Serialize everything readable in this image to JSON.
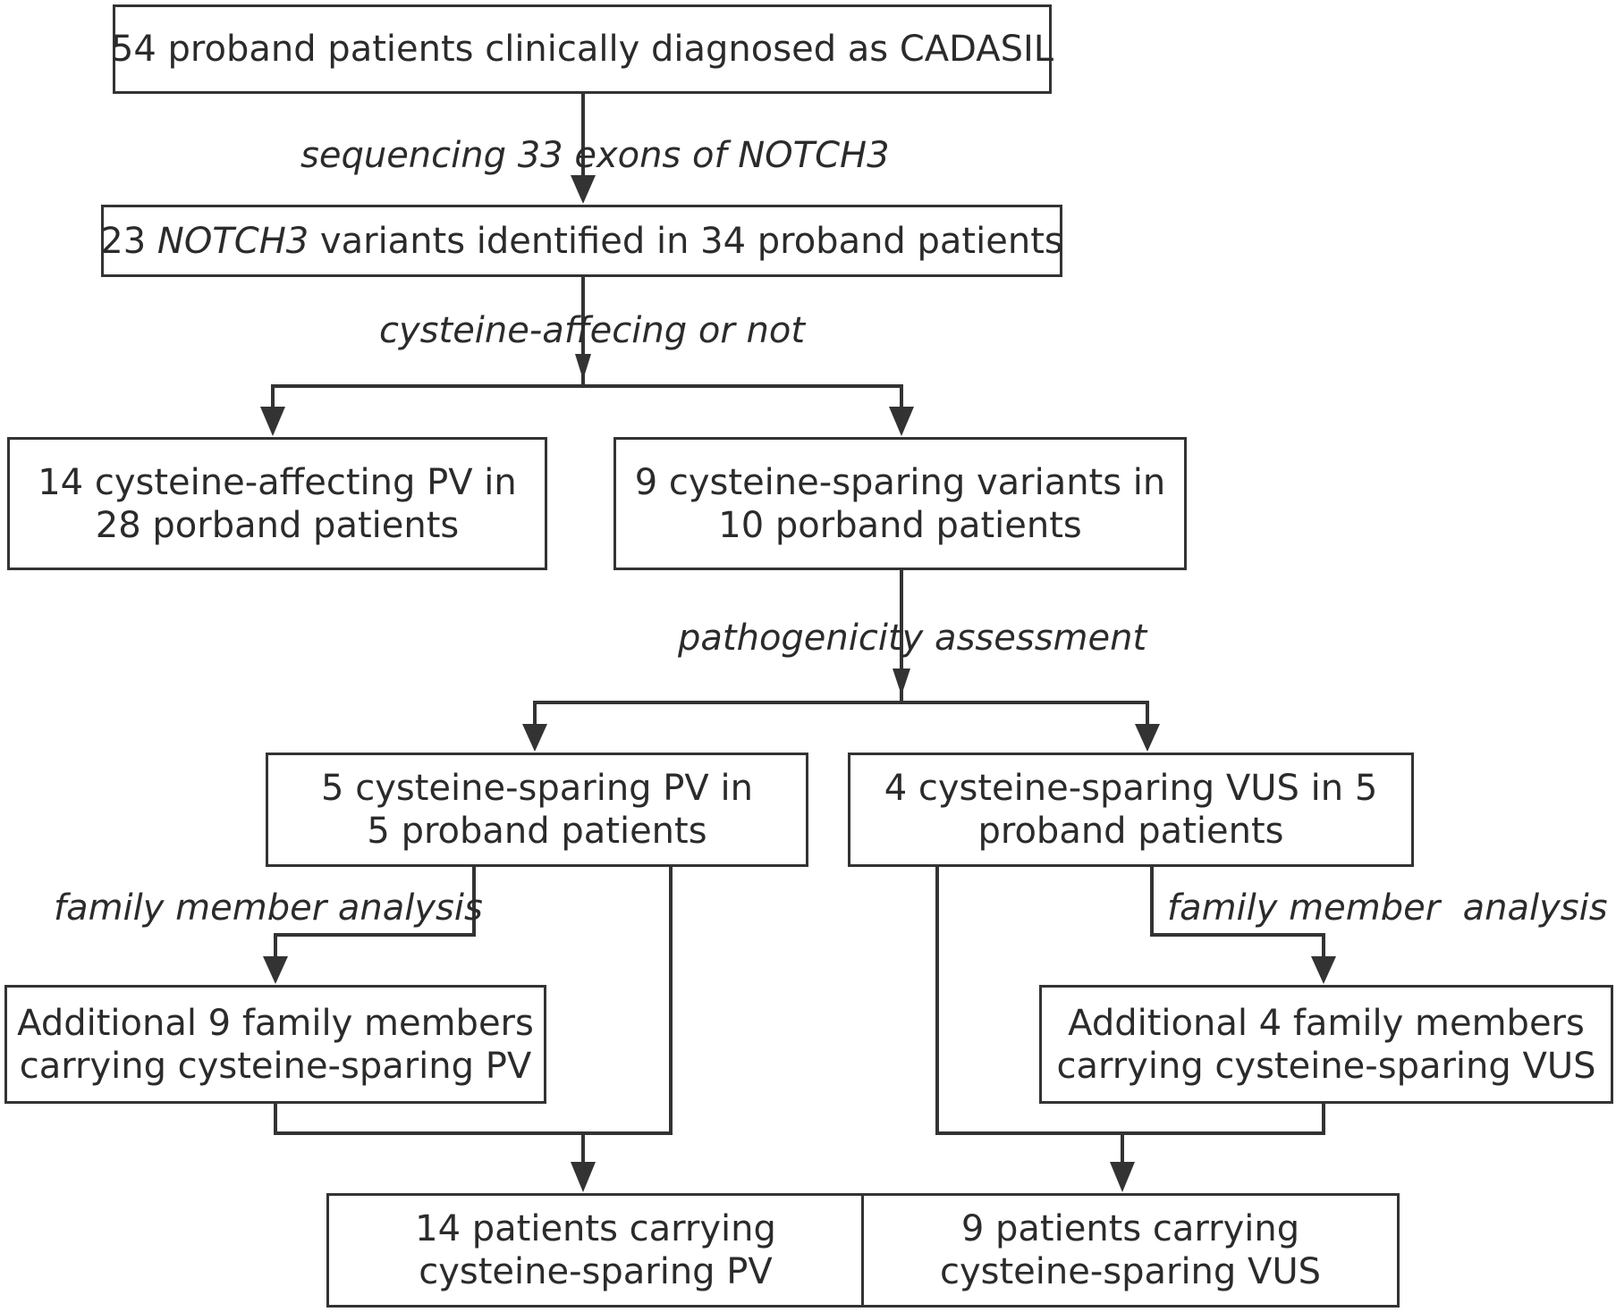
{
  "nodes": {
    "n1": {
      "line1": "54 proband patients clinically diagnosed as CADASIL"
    },
    "n2": {
      "prefix": "23 ",
      "gene": "NOTCH3",
      "suffix": " variants identified in 34 proband patients"
    },
    "n3": {
      "line1": "14 cysteine-affecting PV in",
      "line2": "28 porband patients"
    },
    "n4": {
      "line1": "9 cysteine-sparing variants in",
      "line2": "10 porband patients"
    },
    "n5": {
      "line1": "5 cysteine-sparing PV in",
      "line2": "5 proband patients"
    },
    "n6": {
      "line1": "4 cysteine-sparing VUS in 5",
      "line2": "proband patients"
    },
    "n7": {
      "line1": "Additional 9 family members",
      "line2": "carrying cysteine-sparing PV"
    },
    "n8": {
      "line1": "Additional 4 family members",
      "line2": "carrying cysteine-sparing VUS"
    },
    "n9": {
      "line1": "14 patients carrying",
      "line2": "cysteine-sparing PV"
    },
    "n10": {
      "line1": "9 patients carrying",
      "line2": "cysteine-sparing VUS"
    }
  },
  "edge_labels": {
    "sequencing": "sequencing 33 exons of NOTCH3",
    "cysteine": "cysteine-affecing or not",
    "pathogenicity": "pathogenicity assessment",
    "family_left": "family member analysis",
    "family_right": "family member  analysis"
  },
  "colors": {
    "line": "#333333",
    "text": "#2b2b2b",
    "background": "#ffffff"
  }
}
